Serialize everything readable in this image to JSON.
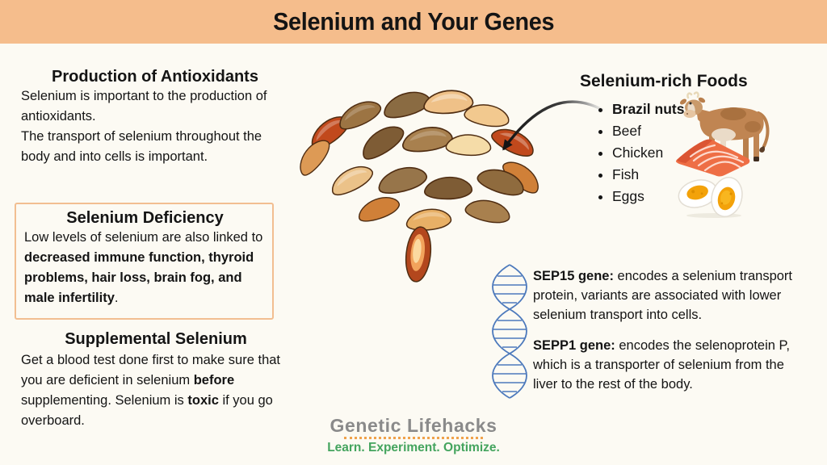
{
  "infographic": {
    "title": "Selenium and Your Genes"
  },
  "colors": {
    "banner": "#F5BD8C",
    "background": "#FCFAF3",
    "box_border": "#F2BE91",
    "text": "#141414",
    "dna_blue": "#4C79BC",
    "logo_gray": "#8A8A8A",
    "logo_green": "#44A45E",
    "logo_dots": "#F0A24B"
  },
  "antioxidants": {
    "heading": "Production of Antioxidants",
    "para1": "Selenium is important to the production of antioxidants.",
    "para2": "The transport of selenium throughout the body and into cells is important."
  },
  "deficiency": {
    "heading": "Selenium Deficiency",
    "text_start": "Low levels of selenium are also linked to ",
    "text_bold": "decreased immune function, thyroid problems, hair loss, brain fog, and male infertility",
    "text_end": "."
  },
  "supplemental": {
    "heading": "Supplemental Selenium",
    "seg1": "Get a blood test done first to make sure that you are deficient in selenium ",
    "bold1": "before",
    "seg2": " supplementing. Selenium is ",
    "bold2": "toxic",
    "seg3": " if you go overboard."
  },
  "foods": {
    "heading": "Selenium-rich Foods",
    "items": [
      "Brazil nuts",
      "Beef",
      "Chicken",
      "Fish",
      "Eggs"
    ]
  },
  "genes": {
    "sep15_label": "SEP15 gene:",
    "sep15_text": " encodes a selenium transport protein, variants are associated with lower selenium transport into cells.",
    "sepp1_label": "SEPP1 gene:",
    "sepp1_text": " encodes the selenoprotein P, which is a transporter of selenium from the liver to the rest of the body."
  },
  "logo": {
    "name": "Genetic Lifehacks",
    "tagline": "Learn. Experiment. Optimize."
  },
  "icons": {
    "nuts": "brazil-nuts-pile",
    "arrow": "curved-arrow-to-nuts",
    "cow": "cow",
    "salmon": "salmon-fillet",
    "eggs": "boiled-eggs",
    "dna": "dna-double-helix"
  }
}
